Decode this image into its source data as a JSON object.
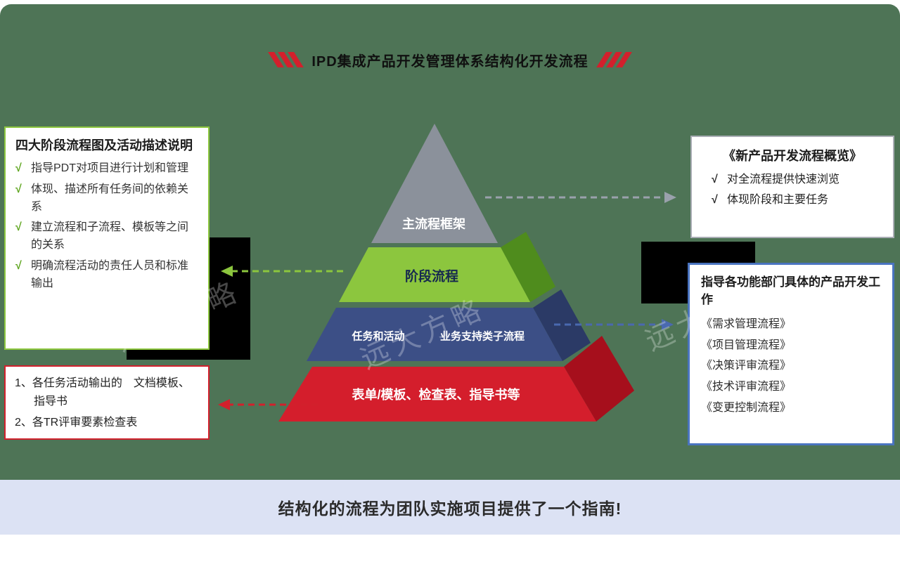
{
  "title": "IPD集成产品开发管理体系结构化开发流程",
  "marks": {
    "check": "√"
  },
  "watermark": "远大方略",
  "pyramid": {
    "layer1_label": "主流程框架",
    "layer2_label": "阶段流程",
    "layer3_label_left": "任务和活动",
    "layer3_label_right": "业务支持类子流程",
    "layer4_label": "表单/模板、检查表、指导书等"
  },
  "left_top_box": {
    "title": "四大阶段流程图及活动描述说明",
    "items": [
      "指导PDT对项目进行计划和管理",
      "体现、描述所有任务间的依赖关系",
      "建立流程和子流程、模板等之间的关系",
      "明确流程活动的责任人员和标准输出"
    ]
  },
  "left_bottom_box": {
    "items": [
      "1、各任务活动输出的　文档模板、指导书",
      "2、各TR评审要素检查表"
    ]
  },
  "right_top_box": {
    "title": "《新产品开发流程概览》",
    "items": [
      "对全流程提供快速浏览",
      "体现阶段和主要任务"
    ]
  },
  "right_bottom_box": {
    "title": "指导各功能部门具体的产品开发工作",
    "items": [
      "《需求管理流程》",
      "《项目管理流程》",
      "《决策评审流程》",
      "《技术评审流程》",
      "《变更控制流程》"
    ]
  },
  "banner": {
    "text": "结构化的流程为团队实施项目提供了一个指南!"
  },
  "colors": {
    "background_green": "#4e7456",
    "pyramid_gray": "#8b919b",
    "pyramid_green": "#8cc63e",
    "pyramid_blue": "#3c4f86",
    "pyramid_red": "#d41e2c",
    "banner_bg": "#dce2f4",
    "accent_red": "#d2202c",
    "arrow_gray": "#9aa1ac",
    "arrow_blue": "#4a69b0"
  }
}
